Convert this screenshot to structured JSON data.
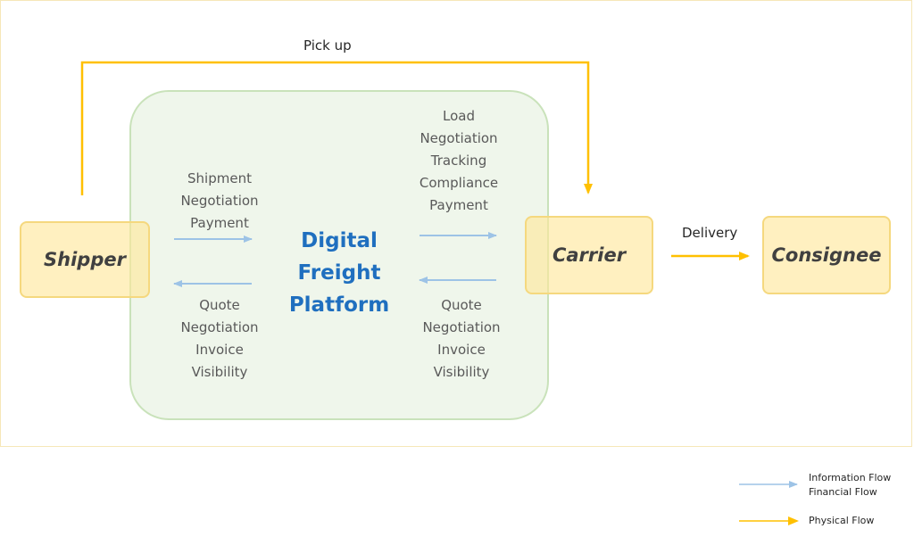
{
  "colors": {
    "information_flow": "#9dc3e6",
    "physical_flow": "#ffc000",
    "platform_fill": "#e2efda",
    "node_fill": "#ffe699",
    "platform_title": "#1f6fbf"
  },
  "platform": {
    "title_line1": "Digital Freight",
    "title_line2": "Platform"
  },
  "nodes": {
    "shipper": "Shipper",
    "carrier": "Carrier",
    "consignee": "Consignee"
  },
  "flows": {
    "shipper_to_platform": [
      "Shipment",
      "Negotiation",
      "Payment"
    ],
    "platform_to_shipper": [
      "Quote",
      "Negotiation",
      "Invoice",
      "Visibility"
    ],
    "platform_to_carrier": [
      "Load",
      "Negotiation",
      "Tracking",
      "Compliance",
      "Payment"
    ],
    "carrier_to_platform": [
      "Quote",
      "Negotiation",
      "Invoice",
      "Visibility"
    ]
  },
  "physical": {
    "pickup_label": "Pick up",
    "delivery_label": "Delivery"
  },
  "legend": {
    "information_line1": "Information Flow",
    "information_line2": "Financial Flow",
    "physical": "Physical Flow"
  }
}
